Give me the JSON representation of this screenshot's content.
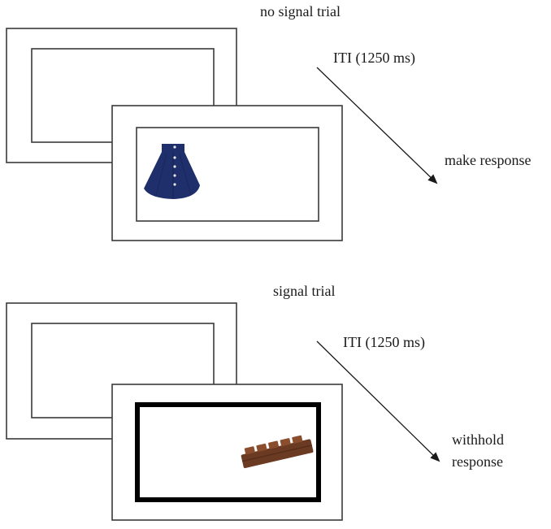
{
  "trials": [
    {
      "title": "no signal trial",
      "iti_label": "ITI (1250 ms)",
      "response_lines": [
        "make response"
      ],
      "stimulus_icon": "skirt-icon",
      "signal_border": false
    },
    {
      "title": "signal trial",
      "iti_label": "ITI (1250 ms)",
      "response_lines": [
        "withhold",
        "response"
      ],
      "stimulus_icon": "chocolate-bar-icon",
      "signal_border": true
    }
  ],
  "colors": {
    "frame": "#3a3a3a",
    "signal_border": "#000000",
    "skirt": "#1f2f6b",
    "chocolate": "#6b3a22"
  }
}
